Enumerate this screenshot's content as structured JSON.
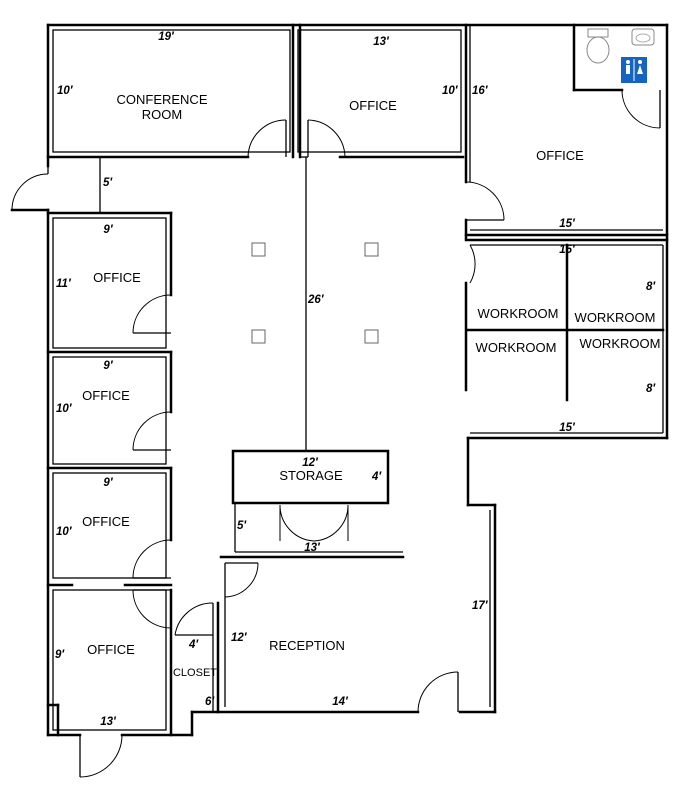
{
  "rooms": {
    "conference": [
      "CONFERENCE",
      "ROOM"
    ],
    "office_top": "OFFICE",
    "office_right": "OFFICE",
    "office_left_1": "OFFICE",
    "office_left_2": "OFFICE",
    "office_left_3": "OFFICE",
    "office_left_4": "OFFICE",
    "workroom_1": "WORKROOM",
    "workroom_2": "WORKROOM",
    "workroom_3": "WORKROOM",
    "workroom_4": "WORKROOM",
    "storage": "STORAGE",
    "closet": "CLOSET",
    "reception": "RECEPTION"
  },
  "dimensions": {
    "conference_width": "19′",
    "conference_depth": "10′",
    "office_top_width": "13′",
    "office_top_depth": "10′",
    "office_right_depth": "16′",
    "office_right_width": "15′",
    "corridor_left": "5′",
    "office1_width": "9′",
    "office1_depth": "11′",
    "office2_width": "9′",
    "office2_depth": "10′",
    "office3_width": "9′",
    "office3_depth": "10′",
    "office4_depth": "9′",
    "office4_width": "13′",
    "hall_length": "26′",
    "workroom_top_width": "15′",
    "workroom_top_depth": "8′",
    "workroom_bottom_depth": "8′",
    "workroom_bottom_width": "15′",
    "storage_width": "12′",
    "storage_depth": "4′",
    "storage_front_depth": "5′",
    "storage_front_width": "13′",
    "closet_width": "4′",
    "closet_depth": "6′",
    "reception_depth": "12′",
    "reception_width": "14′",
    "reception_right_depth": "17′"
  },
  "icons": {
    "restroom": "restroom-sign-icon",
    "toilet": "toilet-icon",
    "sink": "sink-icon"
  },
  "colors": {
    "restroom_sign": "#1565c0"
  }
}
